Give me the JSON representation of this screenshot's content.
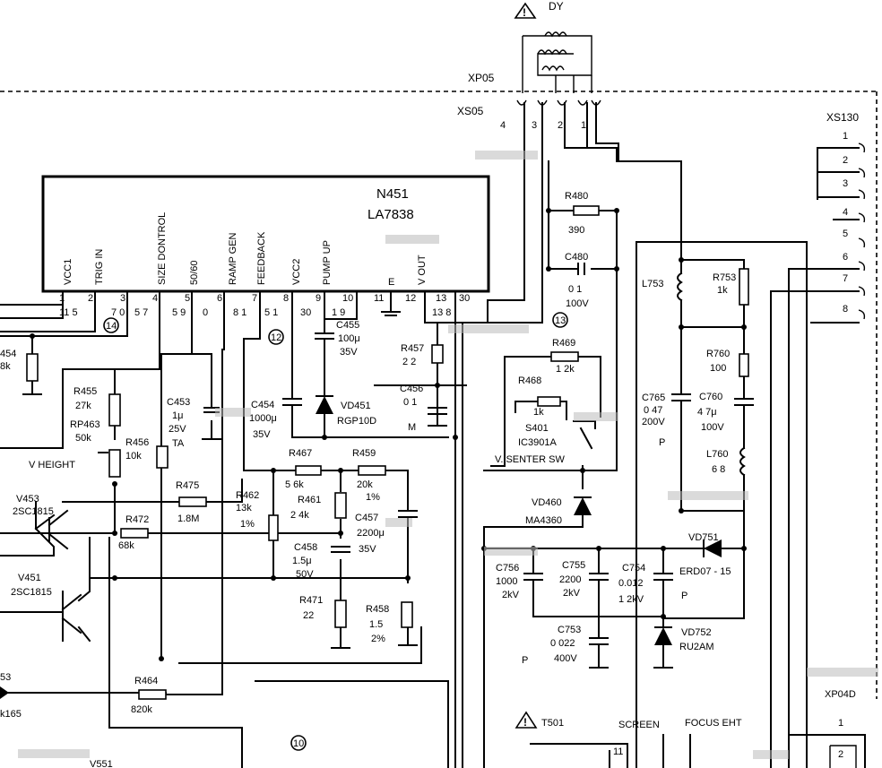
{
  "ic": {
    "ref": "N451",
    "part": "LA7838",
    "pins": [
      {
        "label": "VCC1",
        "num": "1",
        "sub": "11 5"
      },
      {
        "label": "TRIG IN",
        "num": "2",
        "sub": ""
      },
      {
        "label": "",
        "num": "3",
        "sub": "7 0"
      },
      {
        "label": "SIZE DONTROL",
        "num": "4",
        "sub": "5 7"
      },
      {
        "label": "50/60",
        "num": "5",
        "sub": "5 9"
      },
      {
        "label": "",
        "num": "6",
        "sub": "0"
      },
      {
        "label": "RAMP GEN",
        "num": "7",
        "sub": "8 1"
      },
      {
        "label": "FEEDBACK",
        "num": "8",
        "sub": "5 1"
      },
      {
        "label": "VCC2",
        "num": "9",
        "sub": "30"
      },
      {
        "label": "PUMP UP",
        "num": "10",
        "sub": "1 9"
      },
      {
        "label": "",
        "num": "11",
        "sub": ""
      },
      {
        "label": "E",
        "num": "12",
        "sub": ""
      },
      {
        "label": "V OUT",
        "num": "13",
        "sub": "13 8"
      },
      {
        "label": "",
        "num": "30",
        "sub": ""
      }
    ]
  },
  "connectors": {
    "dy": "DY",
    "xp05": "XP05",
    "xs05": "XS05",
    "xs05_pins": [
      "4",
      "3",
      "2",
      "1"
    ],
    "xs130": "XS130",
    "xs130_pins": [
      "1",
      "2",
      "3",
      "4",
      "5",
      "6",
      "7",
      "8"
    ],
    "xp04d": "XP04D",
    "xp04d_pins": [
      "1",
      "2"
    ]
  },
  "markers": {
    "m14": "14",
    "m12": "12",
    "m13": "13",
    "m10": "10"
  },
  "parts": {
    "r454": "454",
    "r454v": "8k",
    "r455": "R455",
    "r455v": "27k",
    "rp463": "RP463",
    "rp463v": "50k",
    "r456": "R456",
    "r456v": "10k",
    "vheight": "V HEIGHT",
    "c453": "C453",
    "c453v1": "1μ",
    "c453v2": "25V",
    "c453v3": "TA",
    "c454": "C454",
    "c454v1": "1000μ",
    "c454v2": "35V",
    "c455": "C455",
    "c455v1": "100μ",
    "c455v2": "35V",
    "vd451": "VD451",
    "vd451v": "RGP10D",
    "r457": "R457",
    "r457v": "2 2",
    "c456": "C456",
    "c456v": "0 1",
    "c456m": "M",
    "r480": "R480",
    "r480v": "390",
    "c480": "C480",
    "c480v1": "0 1",
    "c480v2": "100V",
    "r469": "R469",
    "r469v": "1 2k",
    "r468": "R468",
    "r468v": "1k",
    "s401": "S401",
    "s401v": "IC3901A",
    "vsenter": "V. SENTER SW",
    "vd460": "VD460",
    "vd460v": "MA4360",
    "v453": "V453",
    "v453v": "2SC1815",
    "v451": "V451",
    "v451v": "2SC1815",
    "r475": "R475",
    "r475v": "1.8M",
    "r472": "R472",
    "r472v": "68k",
    "r462": "R462",
    "r462v1": "13k",
    "r462v2": "1%",
    "r467": "R467",
    "r467v": "5 6k",
    "r461": "R461",
    "r461v": "2 4k",
    "r459": "R459",
    "r459v1": "20k",
    "r459v2": "1%",
    "c457": "C457",
    "c457v1": "2200μ",
    "c457v2": "35V",
    "c458": "C458",
    "c458v1": "1.5μ",
    "c458v2": "50V",
    "r471": "R471",
    "r471v": "22",
    "r458": "R458",
    "r458v1": "1.5",
    "r458v2": "2%",
    "r464": "R464",
    "r464v": "820k",
    "k165": "k165",
    "v551": "V551",
    "d53": "53",
    "l753": "L753",
    "r753": "R753",
    "r753v": "1k",
    "r760": "R760",
    "r760v": "100",
    "c765": "C765",
    "c765v1": "0 47",
    "c765v2": "200V",
    "c760": "C760",
    "c760v1": "4 7μ",
    "c760v2": "100V",
    "l760": "L760",
    "l760v": "6 8",
    "p1": "P",
    "p2": "P",
    "p3": "P",
    "vd751": "VD751",
    "vd751v": "ERD07 - 15",
    "c756": "C756",
    "c756v1": "1000",
    "c756v2": "2kV",
    "c755": "C755",
    "c755v1": "2200",
    "c755v2": "2kV",
    "c754": "C754",
    "c754v1": "0.012",
    "c754v2": "1 2kV",
    "c753": "C753",
    "c753v1": "0 022",
    "c753v2": "400V",
    "vd752": "VD752",
    "vd752v": "RU2AM",
    "t501": "T501",
    "t501pin": "11",
    "screen": "SCREEN",
    "focus": "FOCUS EHT"
  }
}
